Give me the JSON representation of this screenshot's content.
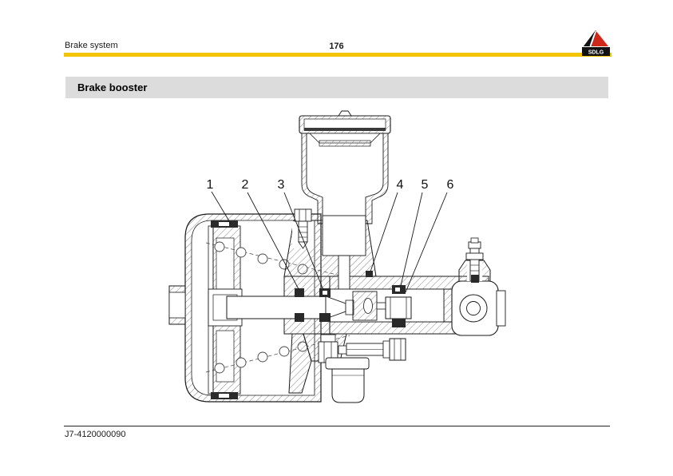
{
  "page": {
    "header": {
      "left_title": "Brake system",
      "page_number": "176"
    },
    "logo": {
      "text": "SDLG"
    },
    "section": {
      "title": "Brake booster"
    },
    "footer": {
      "doc_code": "J7-4120000090"
    },
    "colors": {
      "accent_yellow": "#F2C500",
      "banner_gray": "#DCDCDC",
      "logo_red": "#D0271B",
      "logo_black": "#111111"
    }
  },
  "diagram": {
    "description": "Brake booster cross-section line drawing",
    "callouts": [
      {
        "label": "1"
      },
      {
        "label": "2"
      },
      {
        "label": "3"
      },
      {
        "label": "4"
      },
      {
        "label": "5"
      },
      {
        "label": "6"
      }
    ]
  }
}
